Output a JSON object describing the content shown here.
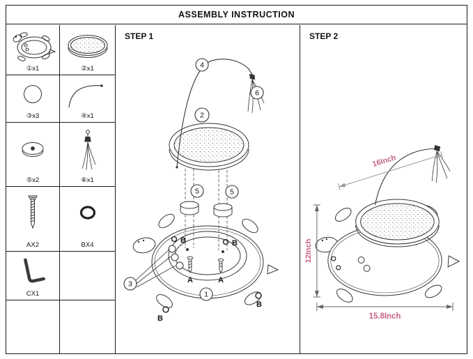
{
  "title": "ASSEMBLY INSTRUCTION",
  "colors": {
    "dimension_text": "#c86482",
    "line_art": "#333333"
  },
  "parts": [
    {
      "name": "turtle-base",
      "label": "①x1"
    },
    {
      "name": "scratch-pad",
      "label": "②x1"
    },
    {
      "name": "ball",
      "label": "③x3"
    },
    {
      "name": "wand-wire",
      "label": "④x1"
    },
    {
      "name": "spacer-disc",
      "label": "⑤x2"
    },
    {
      "name": "tassel",
      "label": "⑥x1"
    },
    {
      "name": "screw",
      "label": "AX2"
    },
    {
      "name": "ring",
      "label": "BX4"
    },
    {
      "name": "allen-key",
      "label": "CX1"
    }
  ],
  "step1": {
    "label": "STEP 1",
    "callouts": {
      "wand": "4",
      "tassel": "6",
      "pad": "2",
      "spacer_left": "5",
      "spacer_right": "5",
      "balls": "3",
      "base": "1"
    },
    "markers": {
      "screw_left": "A",
      "screw_right": "A",
      "ring_top_left": "B",
      "ring_top_right": "B",
      "ring_bottom_left": "B",
      "ring_bottom_right": "B"
    }
  },
  "step2": {
    "label": "STEP 2",
    "dimensions": {
      "wand": "16Inch",
      "height": "12Inch",
      "width": "15.8Inch"
    }
  }
}
